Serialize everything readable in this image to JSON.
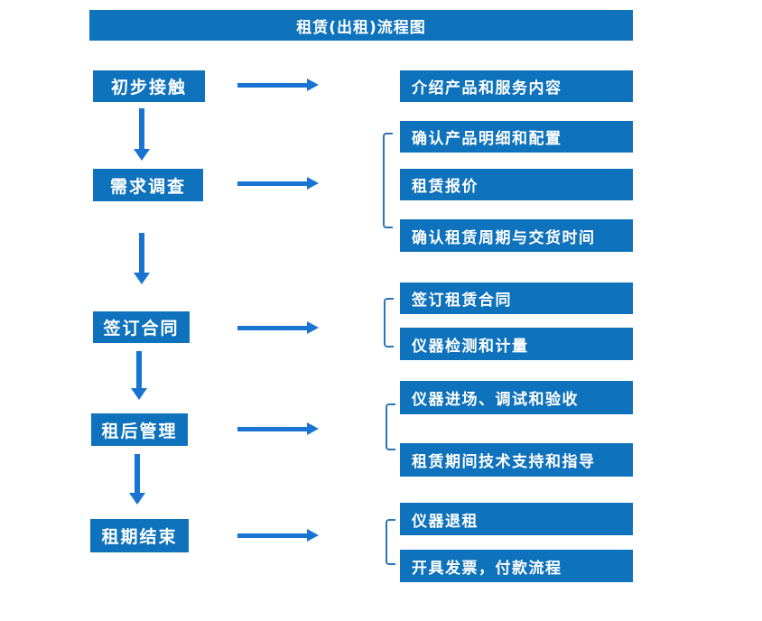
{
  "title": "租赁(出租)流程图",
  "colors": {
    "box_fill": "#0e72bc",
    "arrow": "#1873d2",
    "bracket": "#2e74b5",
    "text": "#ffffff",
    "background": "#ffffff"
  },
  "steps": [
    {
      "label": "初步接触",
      "details": [
        "介绍产品和服务内容"
      ]
    },
    {
      "label": "需求调查",
      "details": [
        "确认产品明细和配置",
        "租赁报价",
        "确认租赁周期与交货时间"
      ]
    },
    {
      "label": "签订合同",
      "details": [
        "签订租赁合同",
        "仪器检测和计量"
      ]
    },
    {
      "label": "租后管理",
      "details": [
        "仪器进场、调试和验收",
        "租赁期间技术支持和指导"
      ]
    },
    {
      "label": "租期结束",
      "details": [
        "仪器退租",
        "开具发票，付款流程"
      ]
    }
  ]
}
